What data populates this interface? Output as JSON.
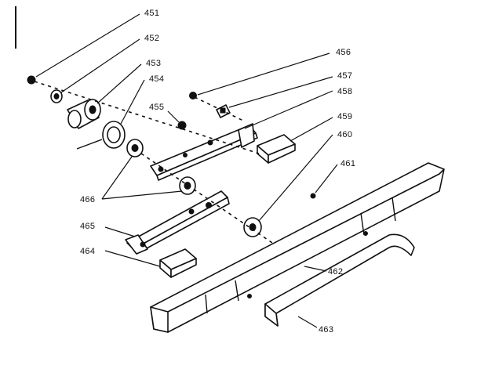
{
  "callouts": [
    {
      "id": "451",
      "text": "451"
    },
    {
      "id": "452",
      "text": "452"
    },
    {
      "id": "453",
      "text": "453"
    },
    {
      "id": "454",
      "text": "454"
    },
    {
      "id": "455",
      "text": "455"
    },
    {
      "id": "456",
      "text": "456"
    },
    {
      "id": "457",
      "text": "457"
    },
    {
      "id": "458",
      "text": "458"
    },
    {
      "id": "459",
      "text": "459"
    },
    {
      "id": "460",
      "text": "460"
    },
    {
      "id": "461",
      "text": "461"
    },
    {
      "id": "462",
      "text": "462"
    },
    {
      "id": "463",
      "text": "463"
    },
    {
      "id": "464",
      "text": "464"
    },
    {
      "id": "465",
      "text": "465"
    },
    {
      "id": "466",
      "text": "466"
    }
  ],
  "colors": {
    "ink": "#111111",
    "paper": "#ffffff"
  }
}
